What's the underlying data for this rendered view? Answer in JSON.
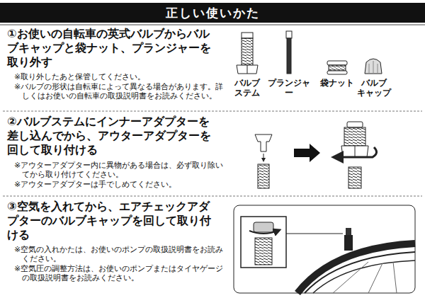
{
  "diagram": {
    "title": "正しい使いかた",
    "labels": [
      "①お使いの自転車の英式バルブからバルブキャップと袋ナット、プランジャーを取り外す",
      "※取り外したあと保管してください。",
      "※バルブの形状は自転車によって異なる場合があります。詳しくはお使いの自転車の取扱説明書をお読みください。",
      "バルブ ステム",
      "プランジャー",
      "袋ナット",
      "バルブ キャップ",
      "②バルブステムにインナーアダプターを差し込んでから、アウターアダプターを回して取り付ける",
      "※アウターアダプター内に異物がある場合は、必ず取り除いてから取り付けてください。",
      "※アウターアダプターは手でしめてください。",
      "③空気を入れてから、エアチェックアダプターのバルブキャップを回して取り付ける",
      "※空気の入れかたは、お使いのポンプの取扱説明書をお読みください。",
      "※空気圧の調整方法は、お使いのポンプまたはタイヤゲージの取扱説明書をお読みください。"
    ]
  }
}
